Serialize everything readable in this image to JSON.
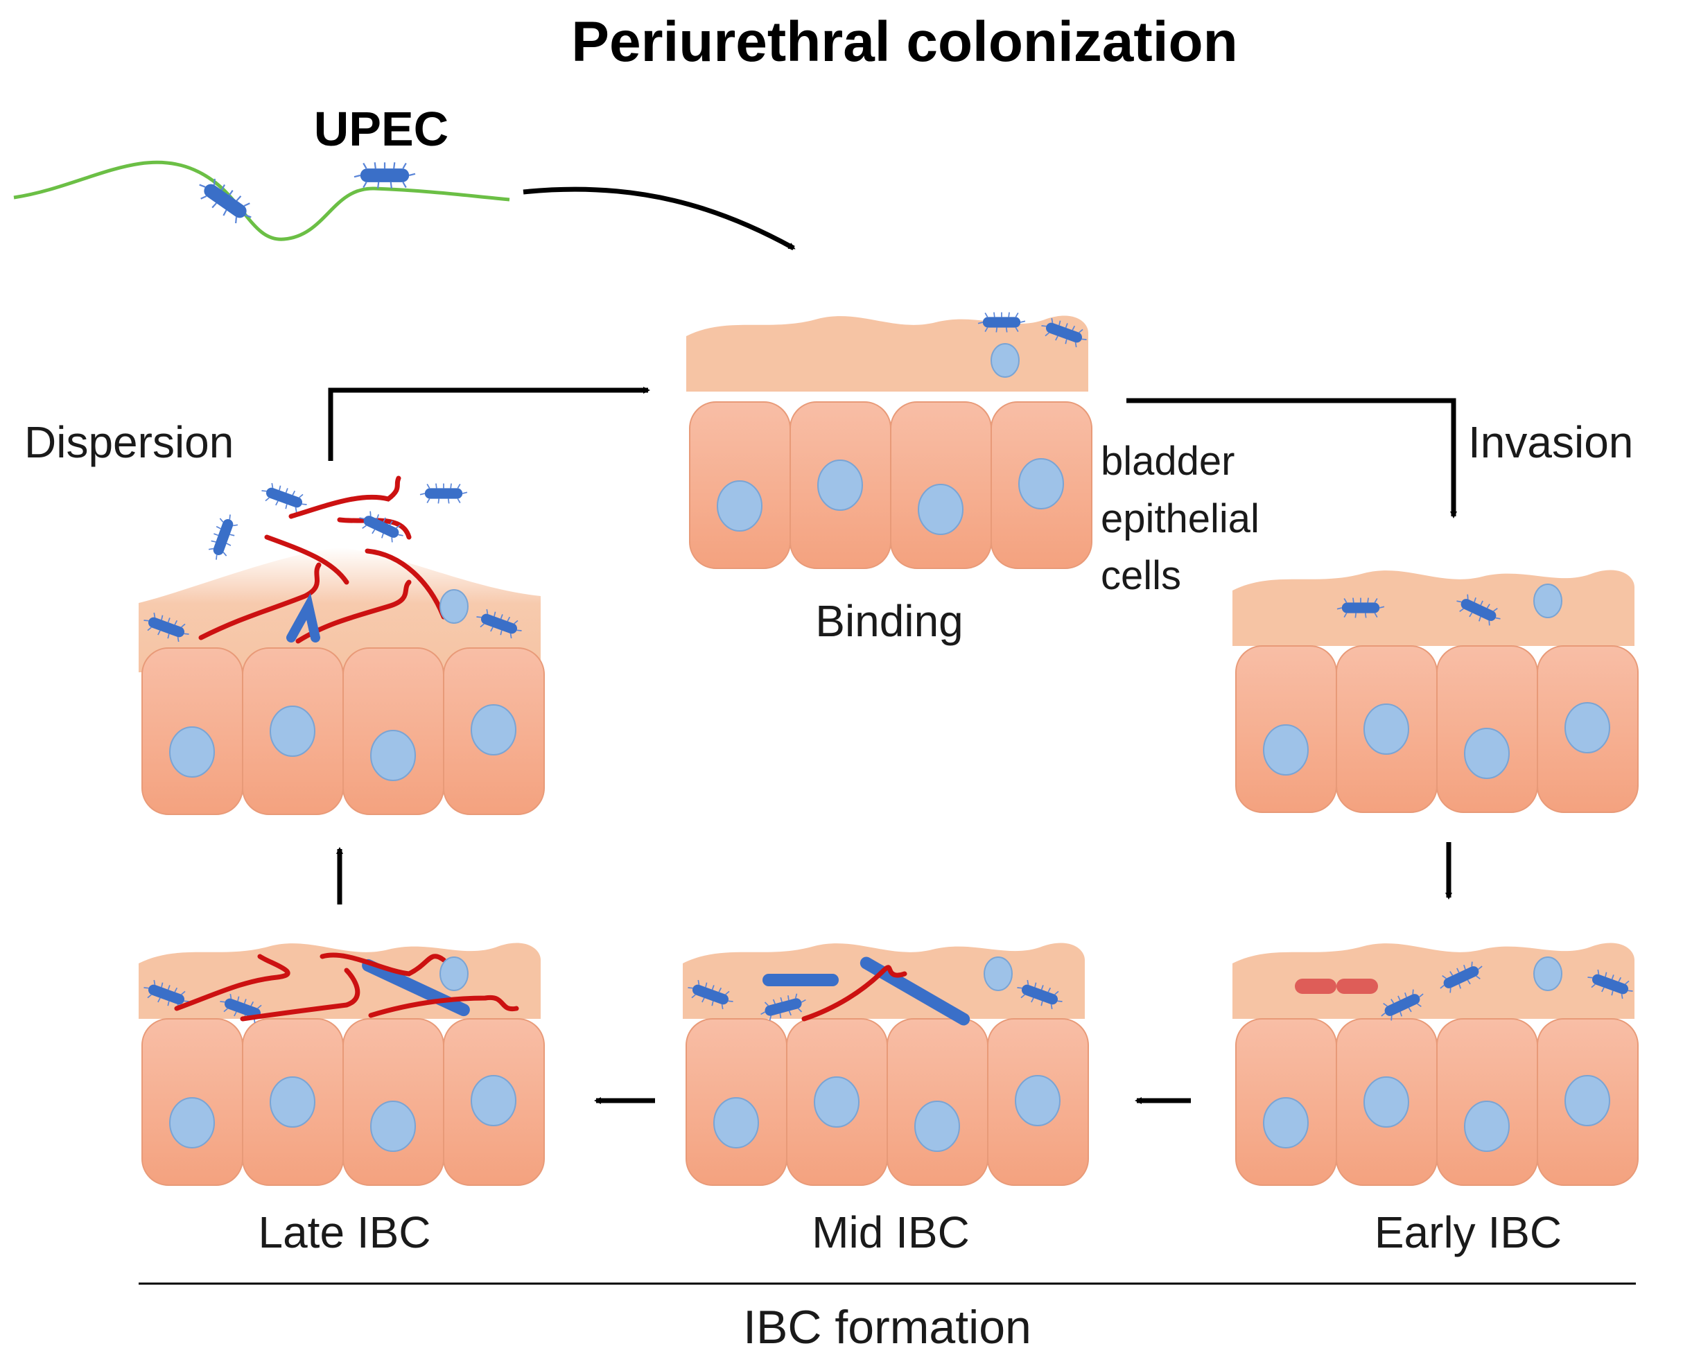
{
  "title": "Periurethral colonization",
  "upec_label": "UPEC",
  "stages": {
    "binding": "Binding",
    "early": "Early IBC",
    "mid": "Mid IBC",
    "late": "Late IBC"
  },
  "transitions": {
    "invasion": "Invasion",
    "dispersion": "Dispersion"
  },
  "cell_label": {
    "line1": "bladder",
    "line2": "epithelial",
    "line3": "cells"
  },
  "footer_label": "IBC formation",
  "colors": {
    "cell_fill": "#f7b598",
    "cell_stroke": "#e89a78",
    "membrane": "#f6c4a4",
    "nucleus_fill": "#9ec2e8",
    "nucleus_stroke": "#7aa4d4",
    "bacterium": "#3a6fc8",
    "filament": "#cc1111",
    "thread": "#6bbf45",
    "arrow": "#000000"
  }
}
